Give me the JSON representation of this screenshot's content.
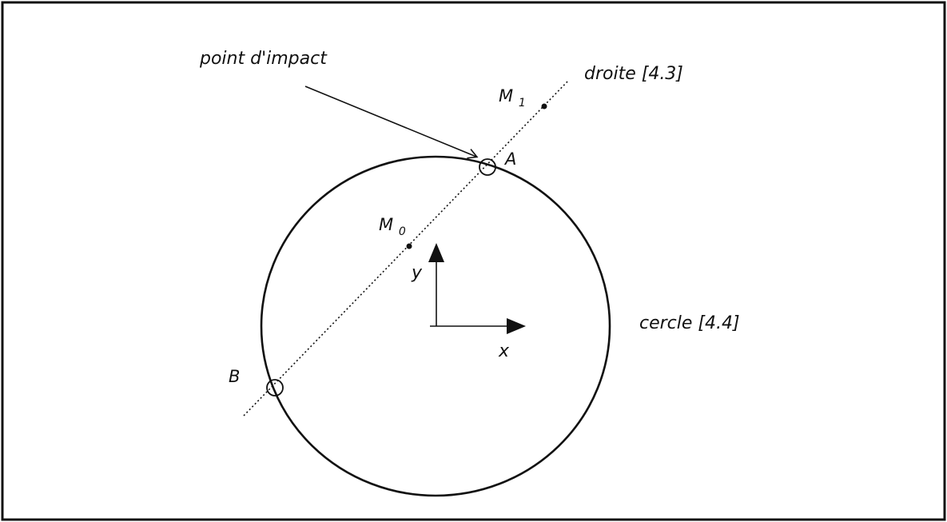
{
  "labels": {
    "impact": "point d'impact",
    "line": "droite [4.3]",
    "circle": "cercle [4.4]",
    "point_a": "A",
    "point_b": "B",
    "point_m1": "M",
    "point_m1_sub": "1",
    "point_m0": "M",
    "point_m0_sub": "0",
    "axis_x": "x",
    "axis_y": "y"
  },
  "colors": {
    "ink": "#111111",
    "background": "#ffffff"
  }
}
